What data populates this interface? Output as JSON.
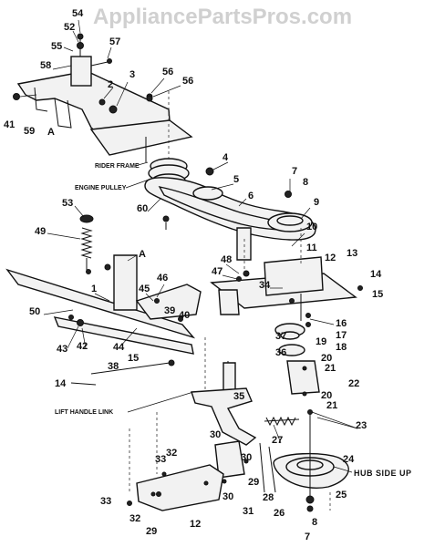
{
  "watermark": "AppliancePartsPros.com",
  "captions": {
    "rider_frame": "RIDER FRAME",
    "engine_pulley": "ENGINE PULLEY",
    "lift_handle_link": "LIFT HANDLE LINK",
    "hub_side_up": "HUB SIDE UP"
  },
  "letters": [
    "A",
    "A"
  ],
  "labels": [
    "54",
    "52",
    "55",
    "57",
    "58",
    "3",
    "2",
    "56",
    "56",
    "41",
    "59",
    "4",
    "7",
    "8",
    "5",
    "6",
    "9",
    "60",
    "53",
    "49",
    "10",
    "11",
    "12",
    "13",
    "14",
    "15",
    "48",
    "47",
    "34",
    "16",
    "17",
    "18",
    "46",
    "45",
    "1",
    "50",
    "39",
    "40",
    "43",
    "42",
    "44",
    "37",
    "36",
    "19",
    "20",
    "21",
    "22",
    "20",
    "21",
    "15",
    "38",
    "14",
    "35",
    "23",
    "27",
    "24",
    "30",
    "30",
    "33",
    "32",
    "29",
    "28",
    "31",
    "25",
    "26",
    "30",
    "33",
    "32",
    "29",
    "12",
    "8",
    "7"
  ]
}
